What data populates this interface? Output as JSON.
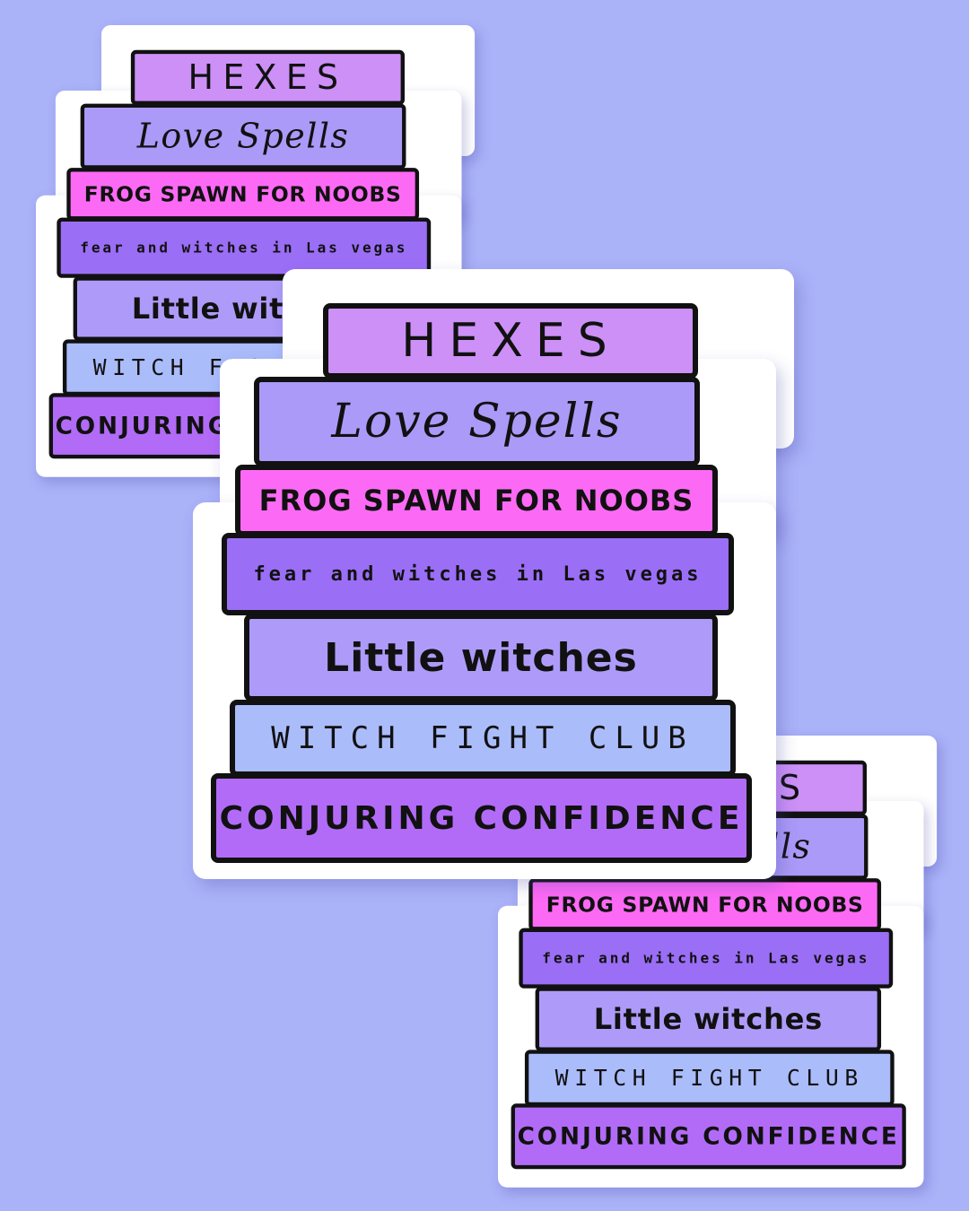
{
  "scene": {
    "background_color": "#aab2f8",
    "description": "Three die-cut stickers of a stack of witch-themed books"
  },
  "colors": {
    "hexes": "#cc90f7",
    "love_spells": "#ab9af8",
    "frog_spawn": "#fc6af5",
    "fear_and_witches": "#9b6ef6",
    "little_witches": "#ae9bf9",
    "witch_fight_club": "#abbcfb",
    "conjuring_confidence": "#b26bf7",
    "outline": "#111111",
    "sticker_border": "#ffffff"
  },
  "books": [
    {
      "title": "HEXES"
    },
    {
      "title": "Love Spells"
    },
    {
      "title": "FROG SPAWN FOR NOOBS"
    },
    {
      "title": "fear and witches in Las vegas"
    },
    {
      "title": "Little witches"
    },
    {
      "title": "WITCH FIGHT CLUB"
    },
    {
      "title": "CONJURING CONFIDENCE"
    }
  ],
  "stickers": [
    {
      "name": "sticker-top-left",
      "scale": 0.73
    },
    {
      "name": "sticker-center",
      "scale": 1.0
    },
    {
      "name": "sticker-bottom-right",
      "scale": 0.73
    }
  ]
}
